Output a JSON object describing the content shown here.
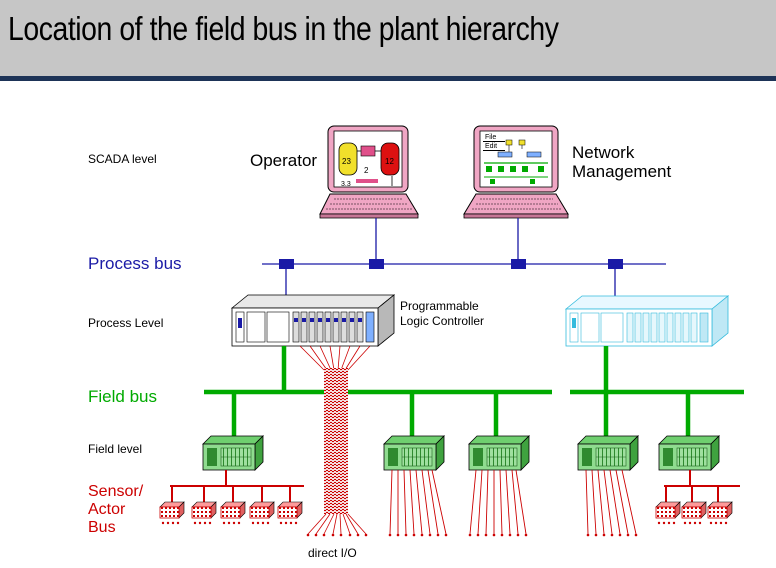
{
  "title": "Location of the field bus in the plant hierarchy",
  "levels": {
    "scada": "SCADA  level",
    "process_bus": "Process bus",
    "process_level": "Process Level",
    "field_bus": "Field bus",
    "field_level": "Field level",
    "sensor_line1": "Sensor/",
    "sensor_line2": "Actor",
    "sensor_line3": "Bus"
  },
  "labels": {
    "operator": "Operator",
    "network_line1": "Network",
    "network_line2": "Management",
    "plc_line1": "Programmable",
    "plc_line2": "Logic Controller",
    "direct_io": "direct I/O"
  },
  "screen": {
    "file_menu": "File",
    "edit_menu": "Edit",
    "tank_left": "23",
    "tank_right": "12",
    "tank_mid": "2",
    "tank_bottom": "3.3"
  },
  "colors": {
    "process_bus": "#1a1aa6",
    "field_bus": "#00aa00",
    "sensor_bus": "#cc0000",
    "header_bg": "#c6c6c6",
    "header_line": "#1d3357"
  }
}
